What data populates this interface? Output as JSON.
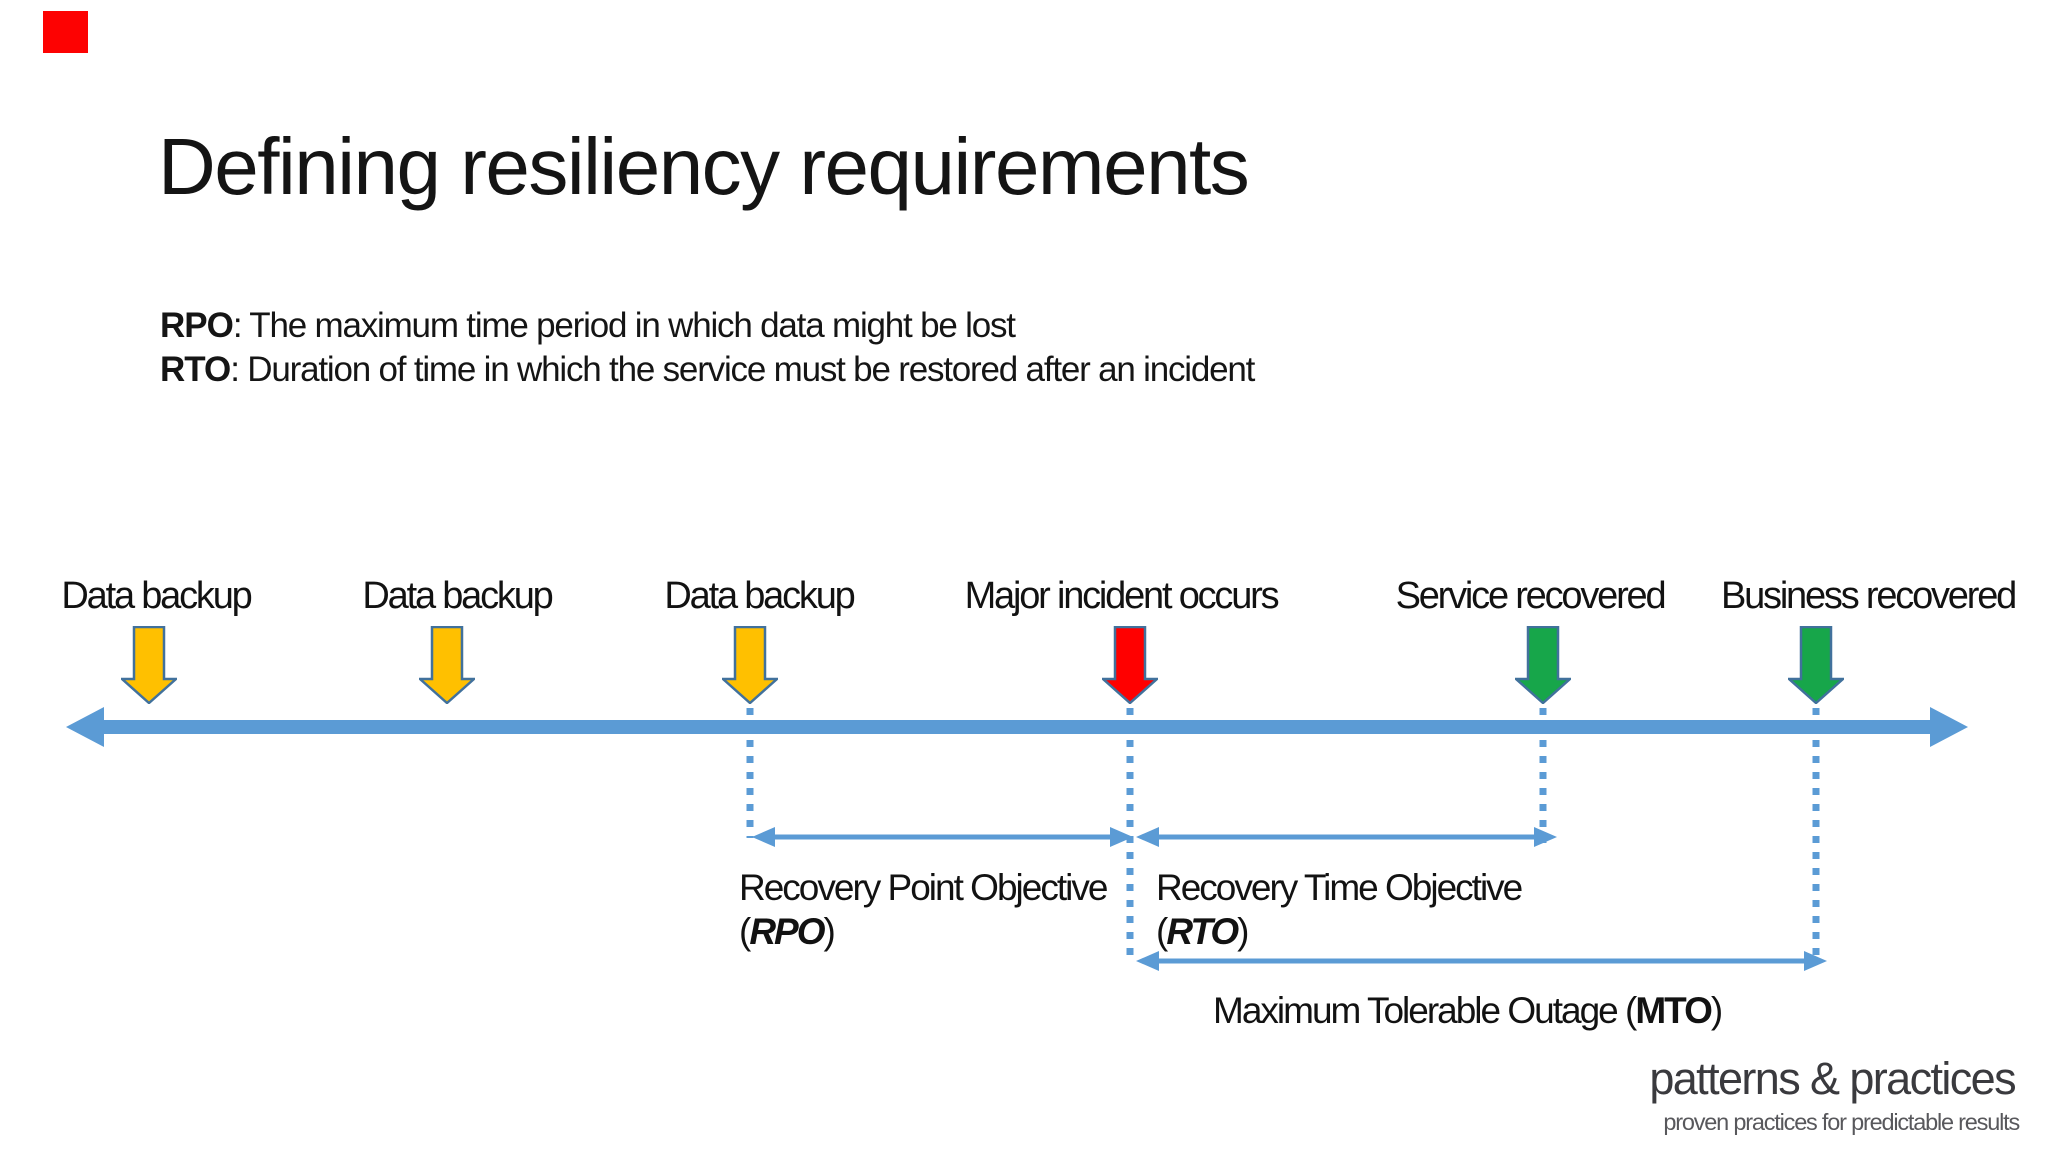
{
  "slide": {
    "title": "Defining resiliency requirements",
    "definitions": [
      {
        "term": "RPO",
        "rest": ": The maximum time period in which data might be lost"
      },
      {
        "term": "RTO",
        "rest": ": Duration of time in which the service must be restored after an incident"
      }
    ],
    "events": [
      {
        "label": "Data backup",
        "color": "#FFC000",
        "type": "backup"
      },
      {
        "label": "Data backup",
        "color": "#FFC000",
        "type": "backup"
      },
      {
        "label": "Data backup",
        "color": "#FFC000",
        "type": "backup"
      },
      {
        "label": "Major incident occurs",
        "color": "#FF0000",
        "type": "incident"
      },
      {
        "label": "Service recovered",
        "color": "#17A64A",
        "type": "recovery"
      },
      {
        "label": "Business recovered",
        "color": "#17A64A",
        "type": "recovery"
      }
    ],
    "spans": {
      "rpo": {
        "line1": "Recovery Point Objective",
        "paren_open": "(",
        "abbr": "RPO",
        "paren_close": ")"
      },
      "rto": {
        "line1": "Recovery Time Objective",
        "paren_open": "(",
        "abbr": "RTO",
        "paren_close": ")"
      },
      "mto": {
        "prefix": "Maximum Tolerable Outage (",
        "abbr": "MTO",
        "suffix": ")"
      }
    },
    "colors": {
      "timeline_blue": "#5B9BD5",
      "shape_outline": "#41719C",
      "backup_gold": "#FFC000",
      "incident_red": "#FF0000",
      "recovered_green": "#17A64A",
      "corner_marker_red": "#FD0202"
    },
    "logo": {
      "name": "patterns & practices",
      "tagline": "proven practices for predictable results"
    }
  }
}
